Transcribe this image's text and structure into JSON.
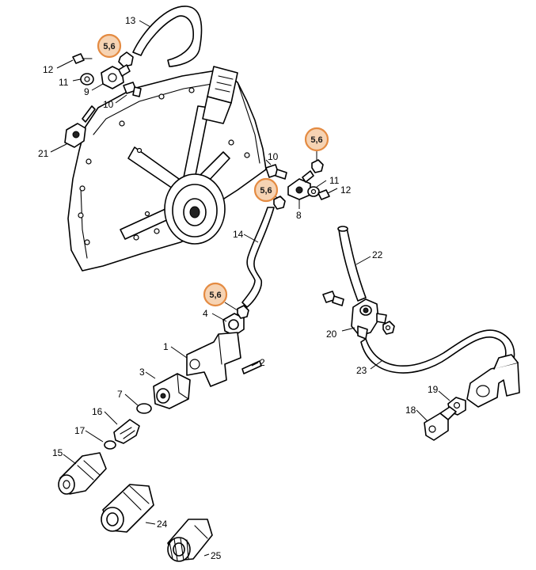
{
  "diagram": {
    "part_labels": [
      "13",
      "12",
      "11",
      "9",
      "10",
      "21",
      "10",
      "11",
      "12",
      "8",
      "14",
      "22",
      "4",
      "1",
      "2",
      "3",
      "20",
      "23",
      "7",
      "16",
      "17",
      "15",
      "19",
      "18",
      "24",
      "25"
    ],
    "callouts": [
      "5,6",
      "5,6",
      "5,6",
      "5,6"
    ]
  },
  "colors": {
    "callout_fill": "#f6d3b3",
    "callout_stroke": "#e48b42",
    "line": "#000000"
  }
}
